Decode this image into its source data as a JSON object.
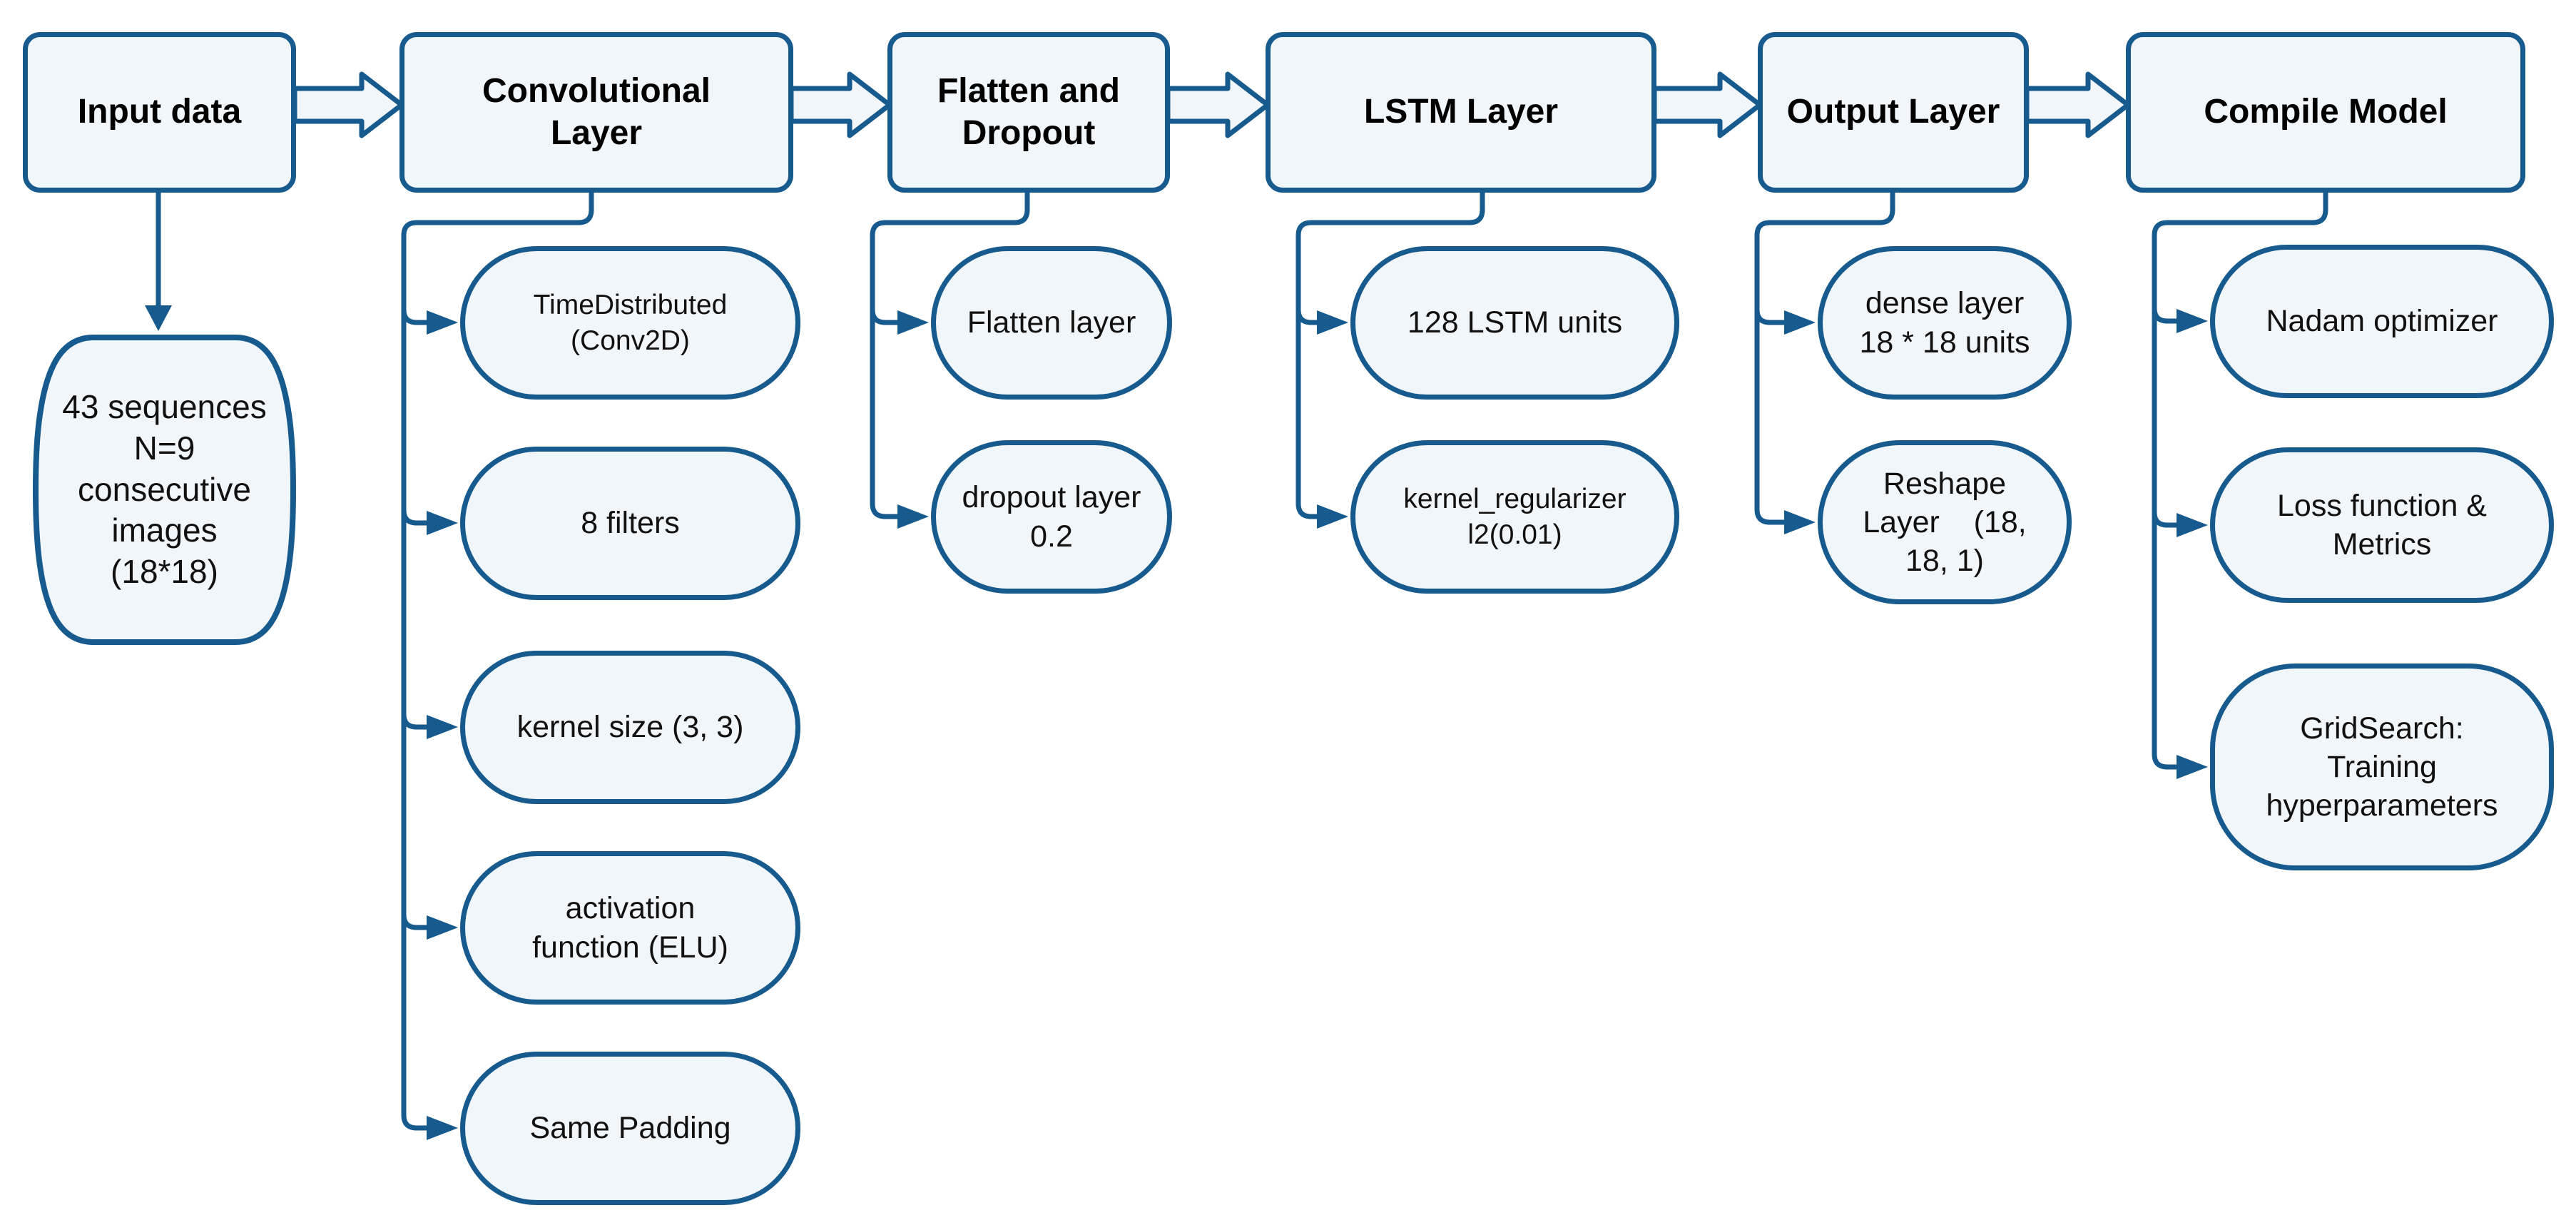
{
  "figure": {
    "type": "flowchart",
    "background": "#ffffff",
    "colors": {
      "shape_border": "#175a8e",
      "shape_fill": "#f1f6fb",
      "text": "#111111",
      "title_text": "#000000"
    },
    "stages": [
      {
        "title": "Input data",
        "children": [
          {
            "label": "43 sequences\nN=9\nconsecutive\nimages\n(18*18)"
          }
        ]
      },
      {
        "title": "Convolutional\nLayer",
        "children": [
          {
            "label": "TimeDistributed\n(Conv2D)"
          },
          {
            "label": "8 filters"
          },
          {
            "label": "kernel size (3, 3)"
          },
          {
            "label": "activation\nfunction (ELU)"
          },
          {
            "label": "Same Padding"
          }
        ]
      },
      {
        "title": "Flatten and\nDropout",
        "children": [
          {
            "label": "Flatten layer"
          },
          {
            "label": "dropout layer\n0.2"
          }
        ]
      },
      {
        "title": "LSTM Layer",
        "children": [
          {
            "label": "128 LSTM units"
          },
          {
            "label": "kernel_regularizer\nl2(0.01)"
          }
        ]
      },
      {
        "title": "Output Layer",
        "children": [
          {
            "label": "dense layer\n18 * 18 units"
          },
          {
            "label": "Reshape\nLayer    (18,\n18, 1)"
          }
        ]
      },
      {
        "title": "Compile Model",
        "children": [
          {
            "label": "Nadam optimizer"
          },
          {
            "label": "Loss function &\nMetrics"
          },
          {
            "label": "GridSearch:\nTraining\nhyperparameters"
          }
        ]
      }
    ]
  }
}
